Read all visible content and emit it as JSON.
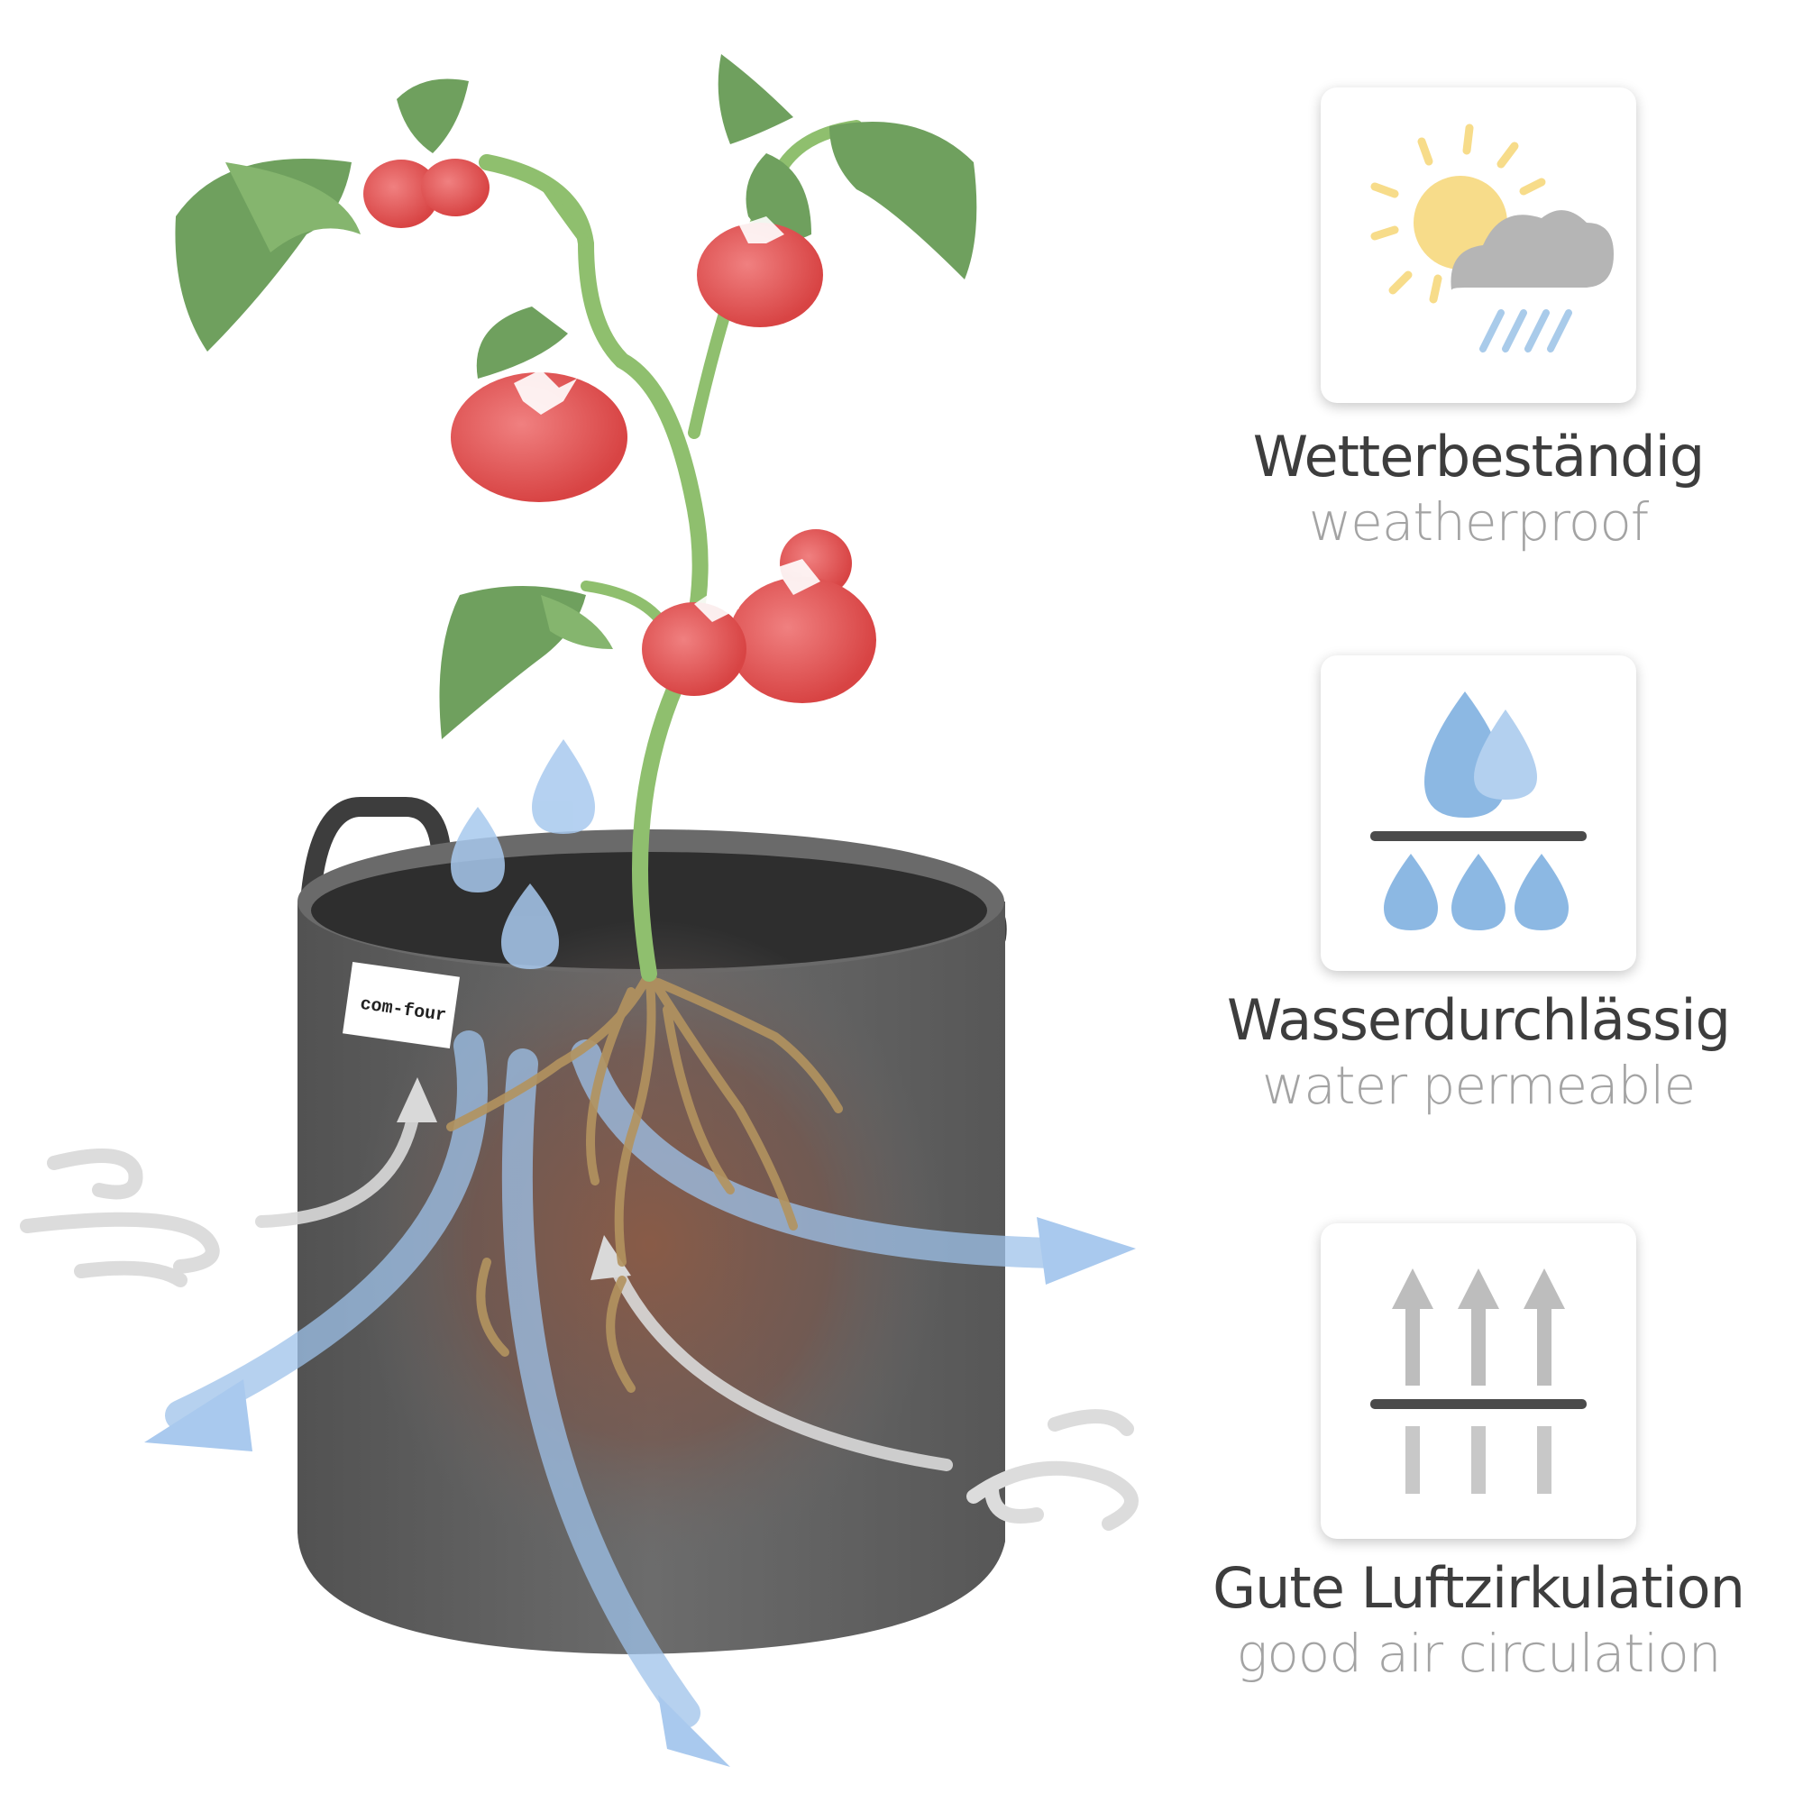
{
  "brand_label": "com-four",
  "features": [
    {
      "icon": "sun-cloud-rain-icon",
      "title": "Wetterbeständig",
      "subtitle": "weatherproof"
    },
    {
      "icon": "water-drops-icon",
      "title": "Wasserdurchlässig",
      "subtitle": "water permeable"
    },
    {
      "icon": "air-arrows-icon",
      "title": "Gute Luftzirkulation",
      "subtitle": "good air circulation"
    }
  ],
  "colors": {
    "pot": "#5f5f5f",
    "leaf": "#6fa05e",
    "tomato": "#e05555",
    "water": "#8fb8e2",
    "air": "#d5d5d5",
    "root": "#b08a5a"
  }
}
